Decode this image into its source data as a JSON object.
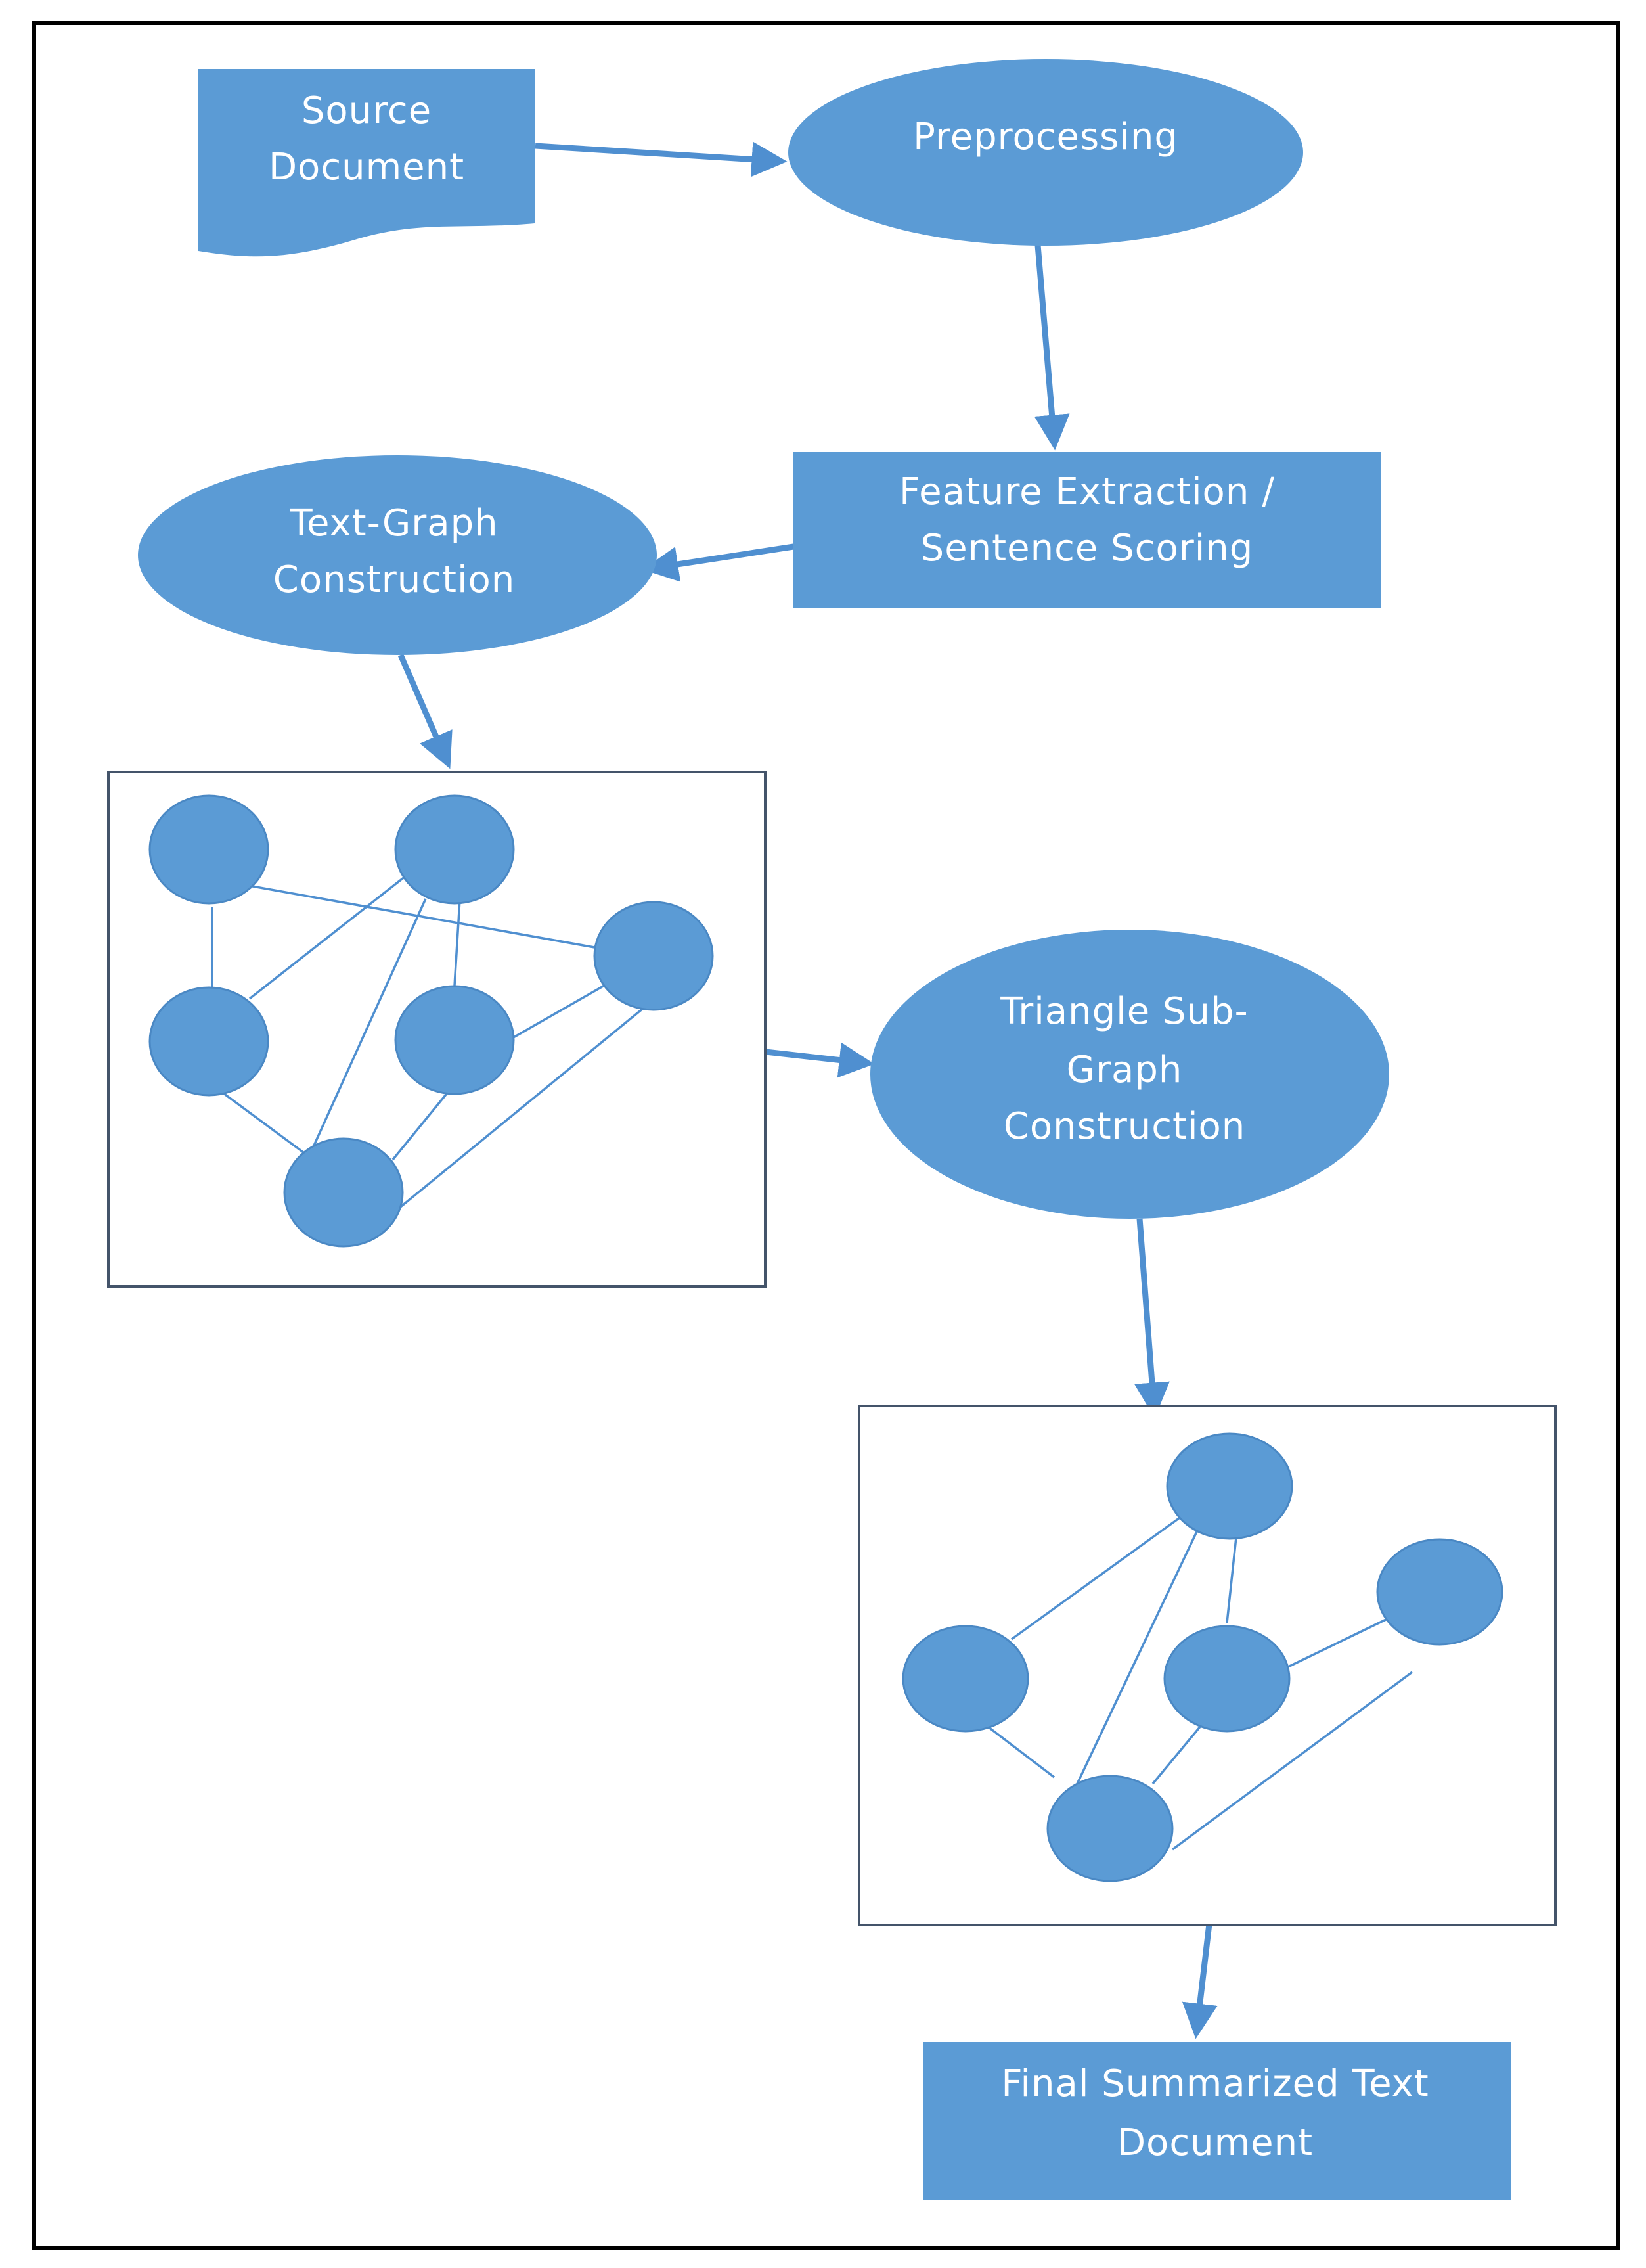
{
  "diagram": {
    "source_document": {
      "line1": "Source",
      "line2": "Document"
    },
    "preprocessing": {
      "label": "Preprocessing"
    },
    "feature_extraction": {
      "line1": "Feature Extraction /",
      "line2": "Sentence Scoring"
    },
    "text_graph": {
      "line1": "Text-Graph",
      "line2": "Construction"
    },
    "triangle_subgraph": {
      "line1": "Triangle Sub-",
      "line2": "Graph",
      "line3": "Construction"
    },
    "final_summary": {
      "line1": "Final Summarized Text",
      "line2": "Document"
    }
  },
  "colors": {
    "shape_fill": "#5b9bd5",
    "arrow": "#4f8fd0",
    "label_text": "#ffffff",
    "frame": "#000000"
  }
}
